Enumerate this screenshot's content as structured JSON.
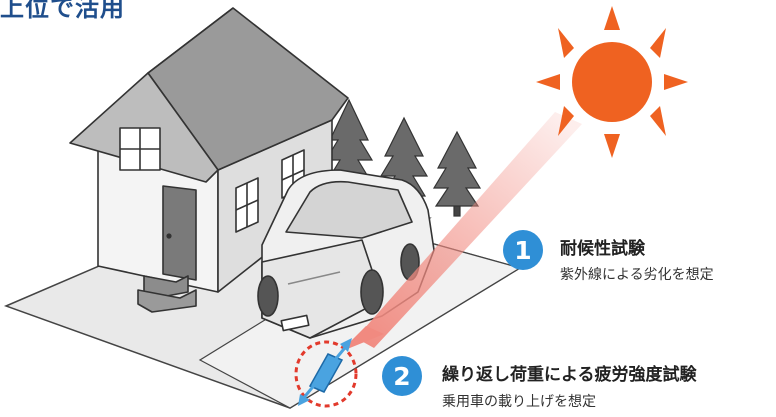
{
  "header": {
    "text": "上位で活用"
  },
  "tests": [
    {
      "number": "1",
      "title": "耐候性試験",
      "description": "紫外線による劣化を想定"
    },
    {
      "number": "2",
      "title": "繰り返し荷重による疲労強度試験",
      "description": "乗用車の載り上げを想定"
    }
  ],
  "colors": {
    "sun": "#ef6221",
    "uv_ray": "#f18a80",
    "marker": "#2f8fd6",
    "panel": "#4aa3e0",
    "dashed_circle": "#e23a2c",
    "header": "#1f4e8c"
  },
  "icons": [
    "sun-icon",
    "house-icon",
    "car-icon",
    "tree-icon",
    "panel-icon",
    "arrow-icon"
  ]
}
